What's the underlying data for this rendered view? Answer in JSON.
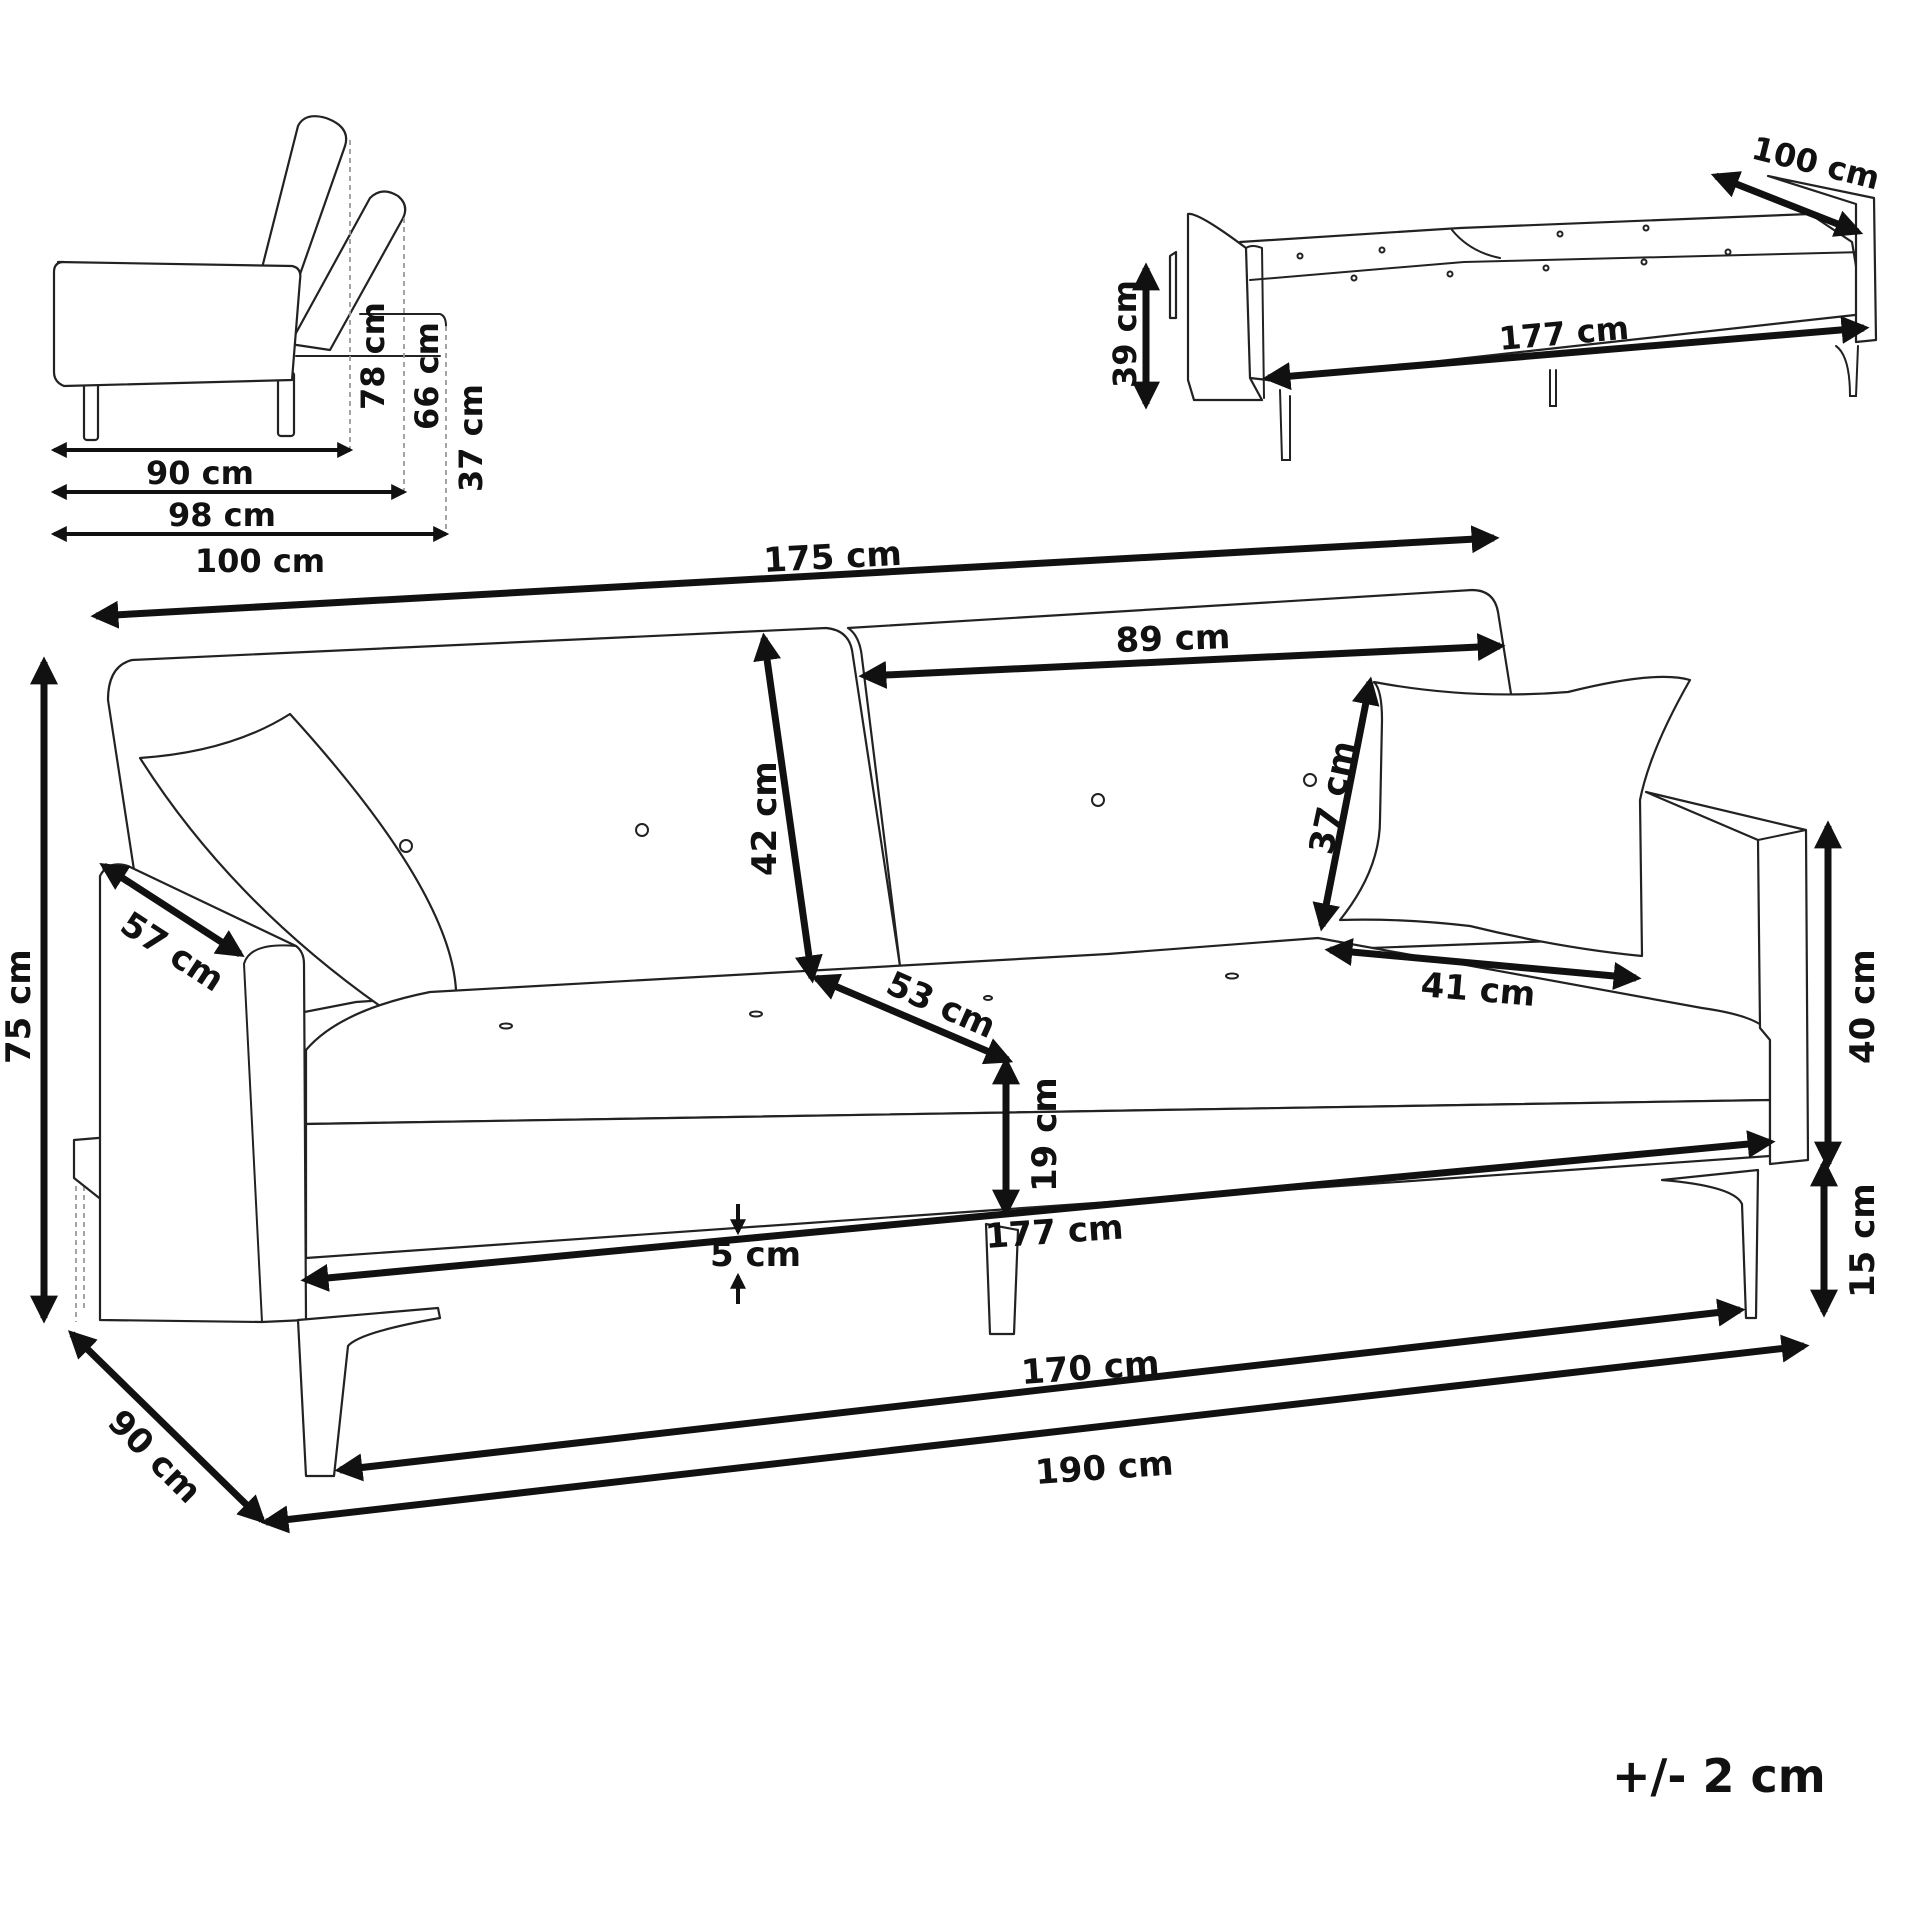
{
  "side_view": {
    "dims": {
      "seat_depth": "90 cm",
      "reclined_depth": "98 cm",
      "bed_depth": "100 cm",
      "back_height": "78 cm",
      "reclined_height": "66 cm",
      "bed_height": "37 cm"
    }
  },
  "bed_view": {
    "dims": {
      "bed_width": "100 cm",
      "bed_length": "177 cm",
      "bed_height": "39 cm"
    }
  },
  "main_view": {
    "dims": {
      "overall_back_width": "175 cm",
      "cushion_width": "89 cm",
      "back_cushion_height": "42 cm",
      "pillow_height": "37 cm",
      "pillow_width": "41 cm",
      "armrest_depth": "57 cm",
      "seat_depth": "53 cm",
      "seat_height": "19 cm",
      "armrest_height": "40 cm",
      "leg_height": "15 cm",
      "overall_height": "75 cm",
      "seat_width": "177 cm",
      "base_gap": "5 cm",
      "leg_span": "170 cm",
      "overall_width": "190 cm",
      "overall_depth": "90 cm"
    }
  },
  "tolerance": "+/- 2 cm"
}
